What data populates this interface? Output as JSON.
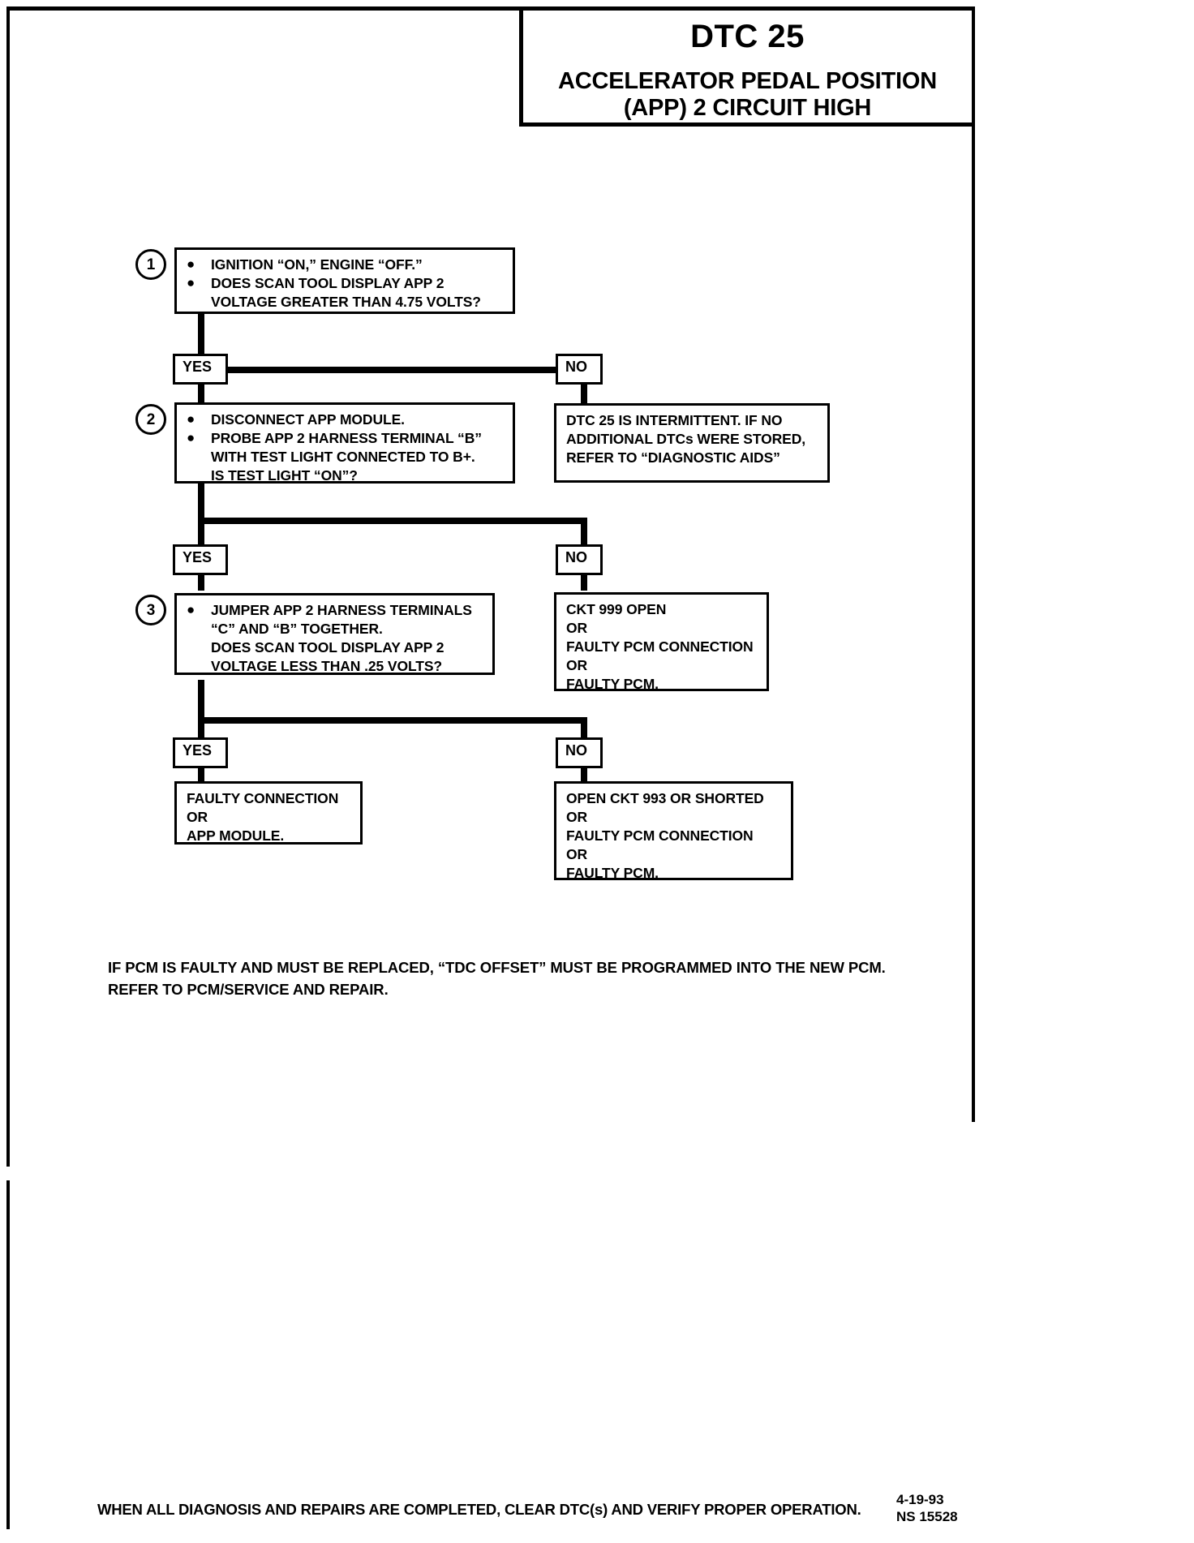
{
  "header": {
    "code": "DTC 25",
    "title_line1": "ACCELERATOR PEDAL POSITION",
    "title_line2": "(APP) 2 CIRCUIT HIGH"
  },
  "steps": [
    {
      "number": "1",
      "lines": [
        {
          "bullet": true,
          "text": "IGNITION “ON,” ENGINE “OFF.”"
        },
        {
          "bullet": true,
          "text": "DOES SCAN TOOL DISPLAY APP 2"
        },
        {
          "bullet": false,
          "text": "VOLTAGE GREATER THAN 4.75 VOLTS?"
        }
      ]
    },
    {
      "number": "2",
      "lines": [
        {
          "bullet": true,
          "text": "DISCONNECT APP MODULE."
        },
        {
          "bullet": true,
          "text": "PROBE APP 2 HARNESS TERMINAL “B”"
        },
        {
          "bullet": false,
          "text": "WITH TEST LIGHT CONNECTED TO B+."
        },
        {
          "bullet": false,
          "text": "IS TEST LIGHT “ON”?"
        }
      ]
    },
    {
      "number": "3",
      "lines": [
        {
          "bullet": true,
          "text": "JUMPER APP 2 HARNESS TERMINALS"
        },
        {
          "bullet": false,
          "text": "“C” AND “B” TOGETHER."
        },
        {
          "bullet": false,
          "text": "DOES SCAN TOOL DISPLAY APP 2"
        },
        {
          "bullet": false,
          "text": "VOLTAGE LESS THAN .25 VOLTS?"
        }
      ]
    }
  ],
  "tags": {
    "yes": "YES",
    "no": "NO"
  },
  "results": {
    "intermittent": [
      "DTC 25 IS INTERMITTENT.  IF NO",
      "ADDITIONAL DTCs WERE STORED,",
      "REFER TO “DIAGNOSTIC AIDS”"
    ],
    "ckt999": [
      "CKT 999 OPEN",
      "OR",
      "FAULTY PCM CONNECTION",
      "OR",
      "FAULTY PCM."
    ],
    "faulty_connection": [
      "FAULTY CONNECTION",
      "OR",
      "APP MODULE."
    ],
    "ckt993": [
      "OPEN CKT 993 OR SHORTED",
      "OR",
      "FAULTY PCM CONNECTION",
      "OR",
      "FAULTY PCM."
    ]
  },
  "notes": {
    "pcm_note_line1": "IF PCM IS FAULTY AND MUST BE REPLACED, “TDC OFFSET” MUST BE PROGRAMMED INTO THE NEW PCM.",
    "pcm_note_line2": "REFER TO  PCM/SERVICE AND REPAIR.",
    "footer": "WHEN ALL DIAGNOSIS AND REPAIRS ARE COMPLETED, CLEAR DTC(s) AND VERIFY PROPER OPERATION."
  },
  "stamp": {
    "date": "4-19-93",
    "id": "NS 15528"
  }
}
